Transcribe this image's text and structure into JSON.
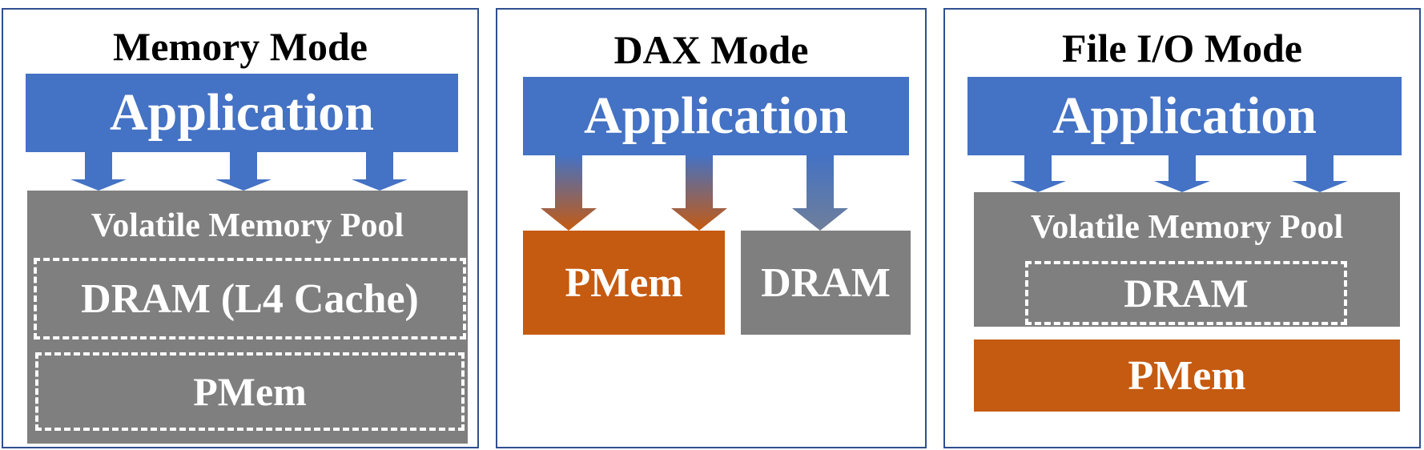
{
  "panels": {
    "memory": {
      "title": "Memory Mode",
      "application": "Application",
      "pool_label": "Volatile Memory Pool",
      "dram_label": "DRAM (L4 Cache)",
      "pmem_label": "PMem"
    },
    "dax": {
      "title": "DAX Mode",
      "application": "Application",
      "pmem_label": "PMem",
      "dram_label": "DRAM"
    },
    "fileio": {
      "title": "File I/O Mode",
      "application": "Application",
      "pool_label": "Volatile Memory Pool",
      "dram_label": "DRAM",
      "pmem_label": "PMem"
    }
  },
  "colors": {
    "application": "#4472c4",
    "memory_gray": "#7f7f7f",
    "pmem_orange": "#c55a11",
    "border": "#2f4f8f"
  }
}
